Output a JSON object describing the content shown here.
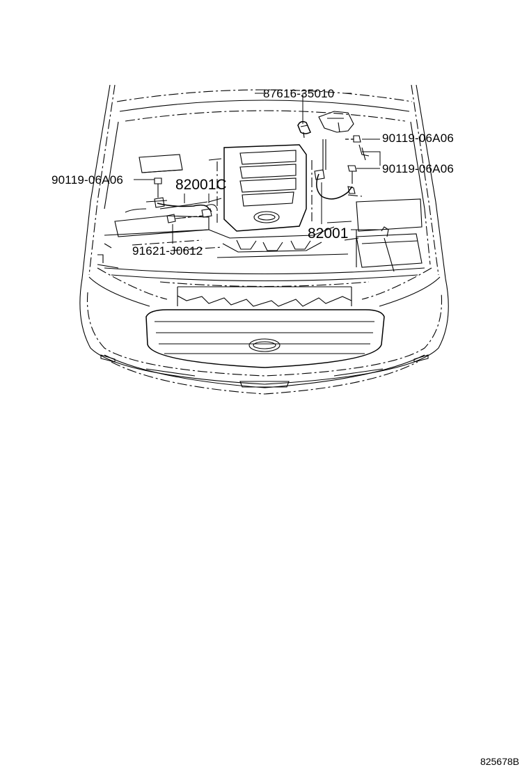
{
  "diagram": {
    "callouts": {
      "clip_top": "87616-35010",
      "bolt_right_upper": "90119-06A06",
      "bolt_right_lower": "90119-06A06",
      "bolt_left": "90119-06A06",
      "sensor_left": "82001C",
      "sensor_right": "82001",
      "bolt_bottom_left": "91621-J0612"
    },
    "reference_code": "825678B"
  }
}
